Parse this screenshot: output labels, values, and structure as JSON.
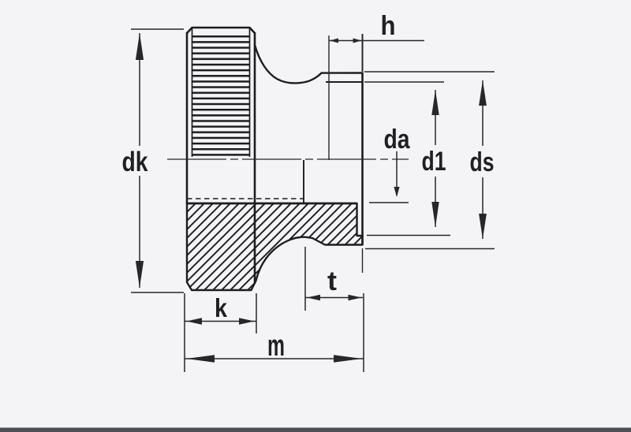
{
  "page": {
    "background_color": "#f4f4f6",
    "bottom_bar_color": "#4e5055"
  },
  "drawing": {
    "kind": "engineering-half-section-drawing-knurled-thumb-nut",
    "line_color": "#1d1d1f",
    "dimension_color": "#27272a",
    "dimension_labels": {
      "dk": "dk",
      "h": "h",
      "da": "da",
      "d1": "d1",
      "ds": "ds",
      "t": "t",
      "k": "k",
      "m": "m"
    }
  }
}
